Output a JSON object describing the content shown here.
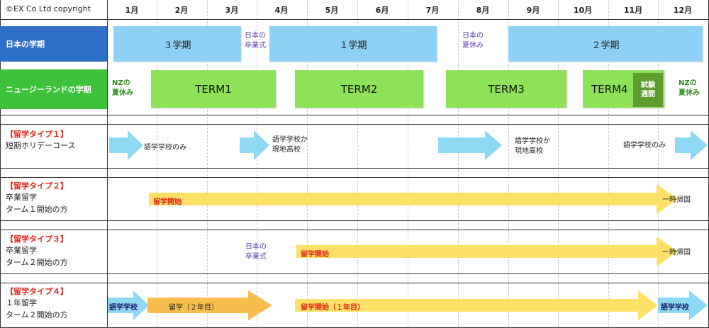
{
  "copyright": "©EX Co Ltd copyright",
  "months": [
    "1月",
    "2月",
    "3月",
    "4月",
    "5月",
    "6月",
    "7月",
    "8月",
    "9月",
    "10月",
    "11月",
    "12月"
  ],
  "rows": {
    "japan_label": "日本の学期",
    "nz_label": "ニュージーランドの学期"
  },
  "japan_terms": [
    "３学期",
    "１学期",
    "２学期"
  ],
  "japan_notes": {
    "graduation": [
      "日本の",
      "卒業式"
    ],
    "summer": [
      "日本の",
      "夏休み"
    ]
  },
  "nz_terms": [
    "TERM1",
    "TERM2",
    "TERM3",
    "TERM4"
  ],
  "nz_exam": [
    "試験",
    "週間"
  ],
  "nz_notes": {
    "summer_left": [
      "NZの",
      "夏休み"
    ],
    "summer_right": [
      "NZの",
      "夏休み"
    ]
  },
  "types": [
    {
      "heading": "【留学タイプ１】",
      "lines": [
        "短期ホリデーコース"
      ],
      "notes": {
        "lang_only_1": "語学学校のみ",
        "lang_or_high_1": [
          "語学学校か",
          "現地高校"
        ],
        "lang_or_high_2": [
          "語学学校か",
          "現地高校"
        ],
        "lang_only_2": "語学学校のみ"
      }
    },
    {
      "heading": "【留学タイプ２】",
      "lines": [
        "卒業留学",
        "ターム１開始の方"
      ],
      "arrow_label": "留学開始",
      "end_label": "一時帰国"
    },
    {
      "heading": "【留学タイプ３】",
      "lines": [
        "卒業留学",
        "ターム２開始の方"
      ],
      "graduation": [
        "日本の",
        "卒業式"
      ],
      "arrow_label": "留学開始",
      "end_label": "一時帰国"
    },
    {
      "heading": "【留学タイプ４】",
      "lines": [
        "１年留学",
        "ターム２開始の方"
      ],
      "lang_school_start": "語学学校",
      "second_year": "留学（２年目）",
      "first_year": "留学開始（１年目）",
      "lang_school_end": "語学学校"
    }
  ],
  "colors": {
    "japan_header": "#2f6fc9",
    "nz_header": "#3fc23b",
    "japan_term": "#8ed0f6",
    "nz_term": "#8ee257",
    "exam": "#5d9e2f",
    "arrow_blue": "#8fd8f3",
    "arrow_yellow": "#ffe066",
    "arrow_orange": "#f7be4d",
    "type_heading": "#e0261b"
  }
}
